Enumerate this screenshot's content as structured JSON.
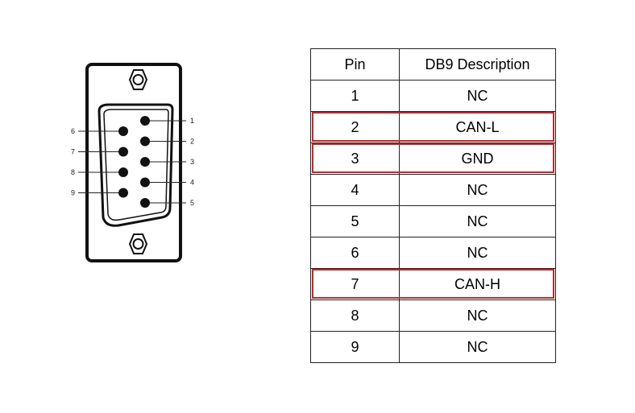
{
  "connector": {
    "left_labels": [
      "6",
      "7",
      "8",
      "9"
    ],
    "right_labels": [
      "1",
      "2",
      "3",
      "4",
      "5"
    ]
  },
  "table": {
    "headers": [
      "Pin",
      "DB9 Description"
    ],
    "rows": [
      {
        "pin": "1",
        "desc": "NC",
        "highlight": false
      },
      {
        "pin": "2",
        "desc": "CAN-L",
        "highlight": true
      },
      {
        "pin": "3",
        "desc": "GND",
        "highlight": true
      },
      {
        "pin": "4",
        "desc": "NC",
        "highlight": false
      },
      {
        "pin": "5",
        "desc": "NC",
        "highlight": false
      },
      {
        "pin": "6",
        "desc": "NC",
        "highlight": false
      },
      {
        "pin": "7",
        "desc": "CAN-H",
        "highlight": true
      },
      {
        "pin": "8",
        "desc": "NC",
        "highlight": false
      },
      {
        "pin": "9",
        "desc": "NC",
        "highlight": false
      }
    ]
  },
  "colors": {
    "highlight": "#c0282d",
    "line": "#222222"
  }
}
